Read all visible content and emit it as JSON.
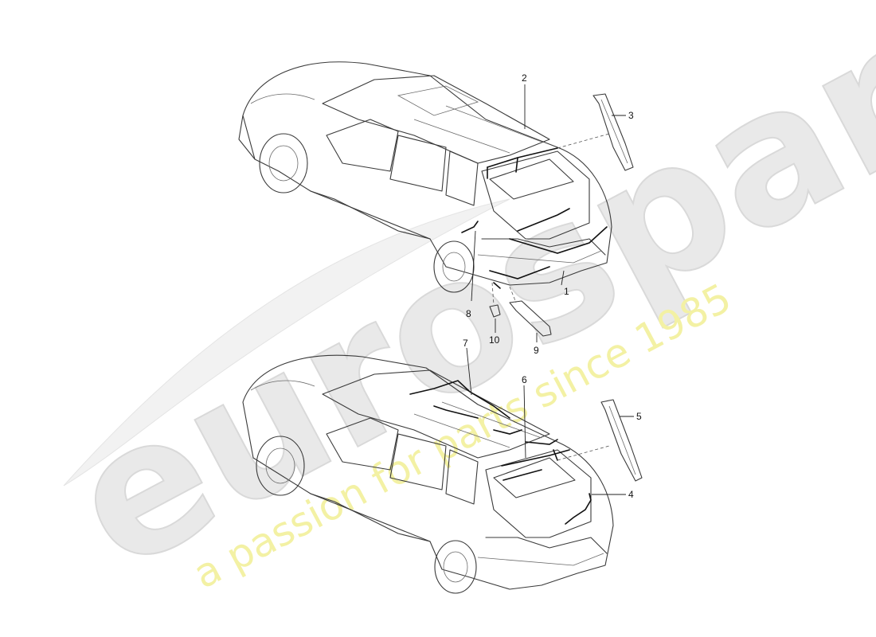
{
  "watermark": {
    "brand": "eurospares",
    "tagline": "a passion for parts since 1985"
  },
  "callouts": [
    "1",
    "2",
    "3",
    "4",
    "5",
    "6",
    "7",
    "8",
    "9",
    "10"
  ]
}
